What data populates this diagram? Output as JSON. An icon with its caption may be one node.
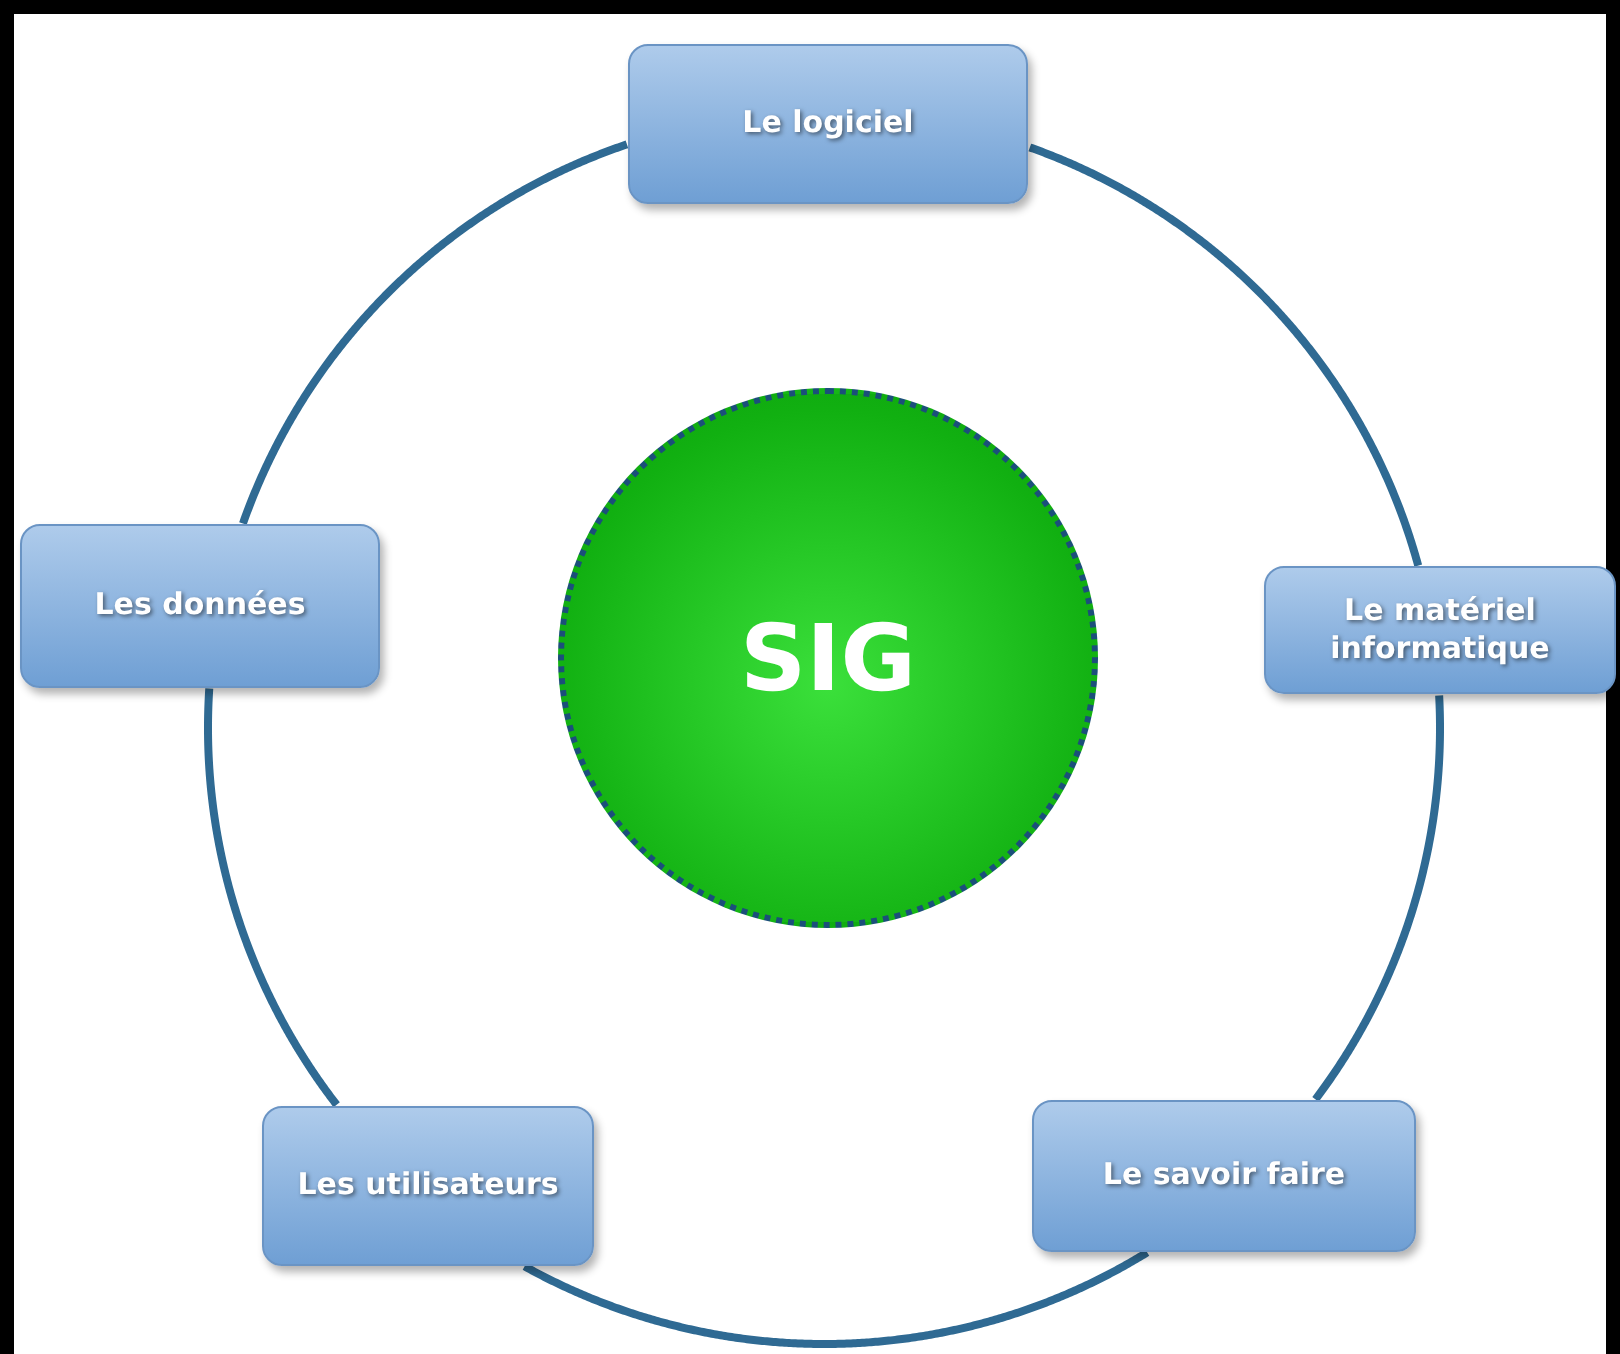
{
  "diagram": {
    "nodes": [
      {
        "text": [
          "Le logiciel"
        ]
      },
      {
        "text": [
          "Les données"
        ]
      },
      {
        "text": [
          "SIG"
        ]
      },
      {
        "text": [
          "Le matériel informatique"
        ]
      },
      {
        "text": [
          "Les utilisateurs"
        ]
      },
      {
        "text": [
          "Le savoir faire"
        ]
      }
    ],
    "edges": [
      {
        "from": 0,
        "to": 3,
        "arrow": "none"
      },
      {
        "from": 3,
        "to": 5,
        "arrow": "none"
      },
      {
        "from": 5,
        "to": 4,
        "arrow": "none"
      },
      {
        "from": 4,
        "to": 1,
        "arrow": "none"
      },
      {
        "from": 1,
        "to": 0,
        "arrow": "none"
      }
    ]
  }
}
